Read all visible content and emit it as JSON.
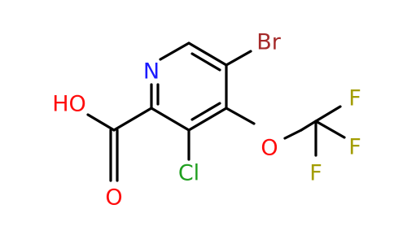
{
  "molecule": {
    "atoms": [
      {
        "id": "N",
        "label": "N",
        "color": "#1a1aff"
      },
      {
        "id": "Br",
        "label": "Br",
        "color": "#a52a2a"
      },
      {
        "id": "Cl",
        "label": "Cl",
        "color": "#1f9f1f"
      },
      {
        "id": "O_ether",
        "label": "O",
        "color": "#ff0d0d"
      },
      {
        "id": "F1",
        "label": "F",
        "color": "#a39d00"
      },
      {
        "id": "F2",
        "label": "F",
        "color": "#a39d00"
      },
      {
        "id": "F3",
        "label": "F",
        "color": "#a39d00"
      },
      {
        "id": "OH",
        "label": "HO",
        "color": "#ff0d0d"
      },
      {
        "id": "O_carbonyl",
        "label": "O",
        "color": "#ff0d0d"
      }
    ],
    "bond_color": "#000000"
  }
}
